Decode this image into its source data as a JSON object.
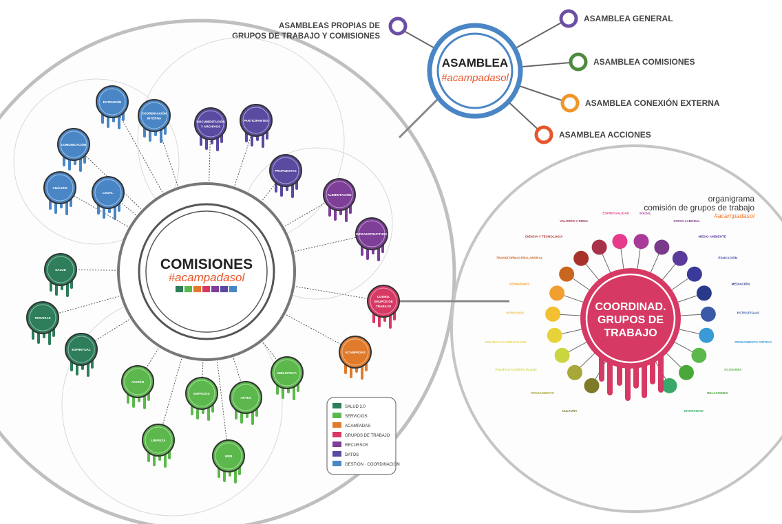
{
  "assembly": {
    "title": "ASAMBLEA",
    "tag": "#acampadasol",
    "left_label": [
      "ASAMBLEAS PROPIAS DE",
      "GRUPOS DE TRABAJO Y COMISIONES"
    ],
    "branches": [
      {
        "label": "ASAMBLEA GENERAL",
        "color": "#6b4fa5"
      },
      {
        "label": "ASAMBLEA COMISIONES",
        "color": "#4e8a3e"
      },
      {
        "label": "ASAMBLEA CONEXIÓN EXTERNA",
        "color": "#f0952a"
      },
      {
        "label": "ASAMBLEA ACCIONES",
        "color": "#e8552a"
      }
    ],
    "left_color": "#6b4fa5",
    "ring_color": "#4a86c5"
  },
  "comisiones": {
    "title": "COMISIONES",
    "tag": "#acampadasol",
    "swatches": [
      "#2e7d5b",
      "#5cb84c",
      "#e07b2c",
      "#d63a64",
      "#7d3f98",
      "#5a4aa0",
      "#4a86c5"
    ],
    "nodes": [
      {
        "label": "EXTENSIÓN",
        "color": "#4a86c5"
      },
      {
        "label": "COORDINACIÓN INTERNA",
        "color": "#4a86c5"
      },
      {
        "label": "COMUNICACIÓN",
        "color": "#4a86c5"
      },
      {
        "label": "ANÁLISIS",
        "color": "#4a86c5"
      },
      {
        "label": "LEGAL",
        "color": "#4a86c5"
      },
      {
        "label": "DOCUMENTACIÓN Y ARCHIVOS",
        "color": "#5a4aa0"
      },
      {
        "label": "PARTICIPANTES",
        "color": "#5a4aa0"
      },
      {
        "label": "PROPUESTAS",
        "color": "#5a4aa0"
      },
      {
        "label": "ALIMENTACIÓN",
        "color": "#7d3f98"
      },
      {
        "label": "INFRAESTRUCTURA",
        "color": "#7d3f98"
      },
      {
        "label": "COORD. GRUPOS DE TRABAJO",
        "color": "#d63a64"
      },
      {
        "label": "ACAMPADAS",
        "color": "#e07b2c"
      },
      {
        "label": "BIBLIOTECA",
        "color": "#5cb84c"
      },
      {
        "label": "ARTES",
        "color": "#5cb84c"
      },
      {
        "label": "ESPACIOS",
        "color": "#5cb84c"
      },
      {
        "label": "WEB",
        "color": "#5cb84c"
      },
      {
        "label": "LIMPIEZA",
        "color": "#5cb84c"
      },
      {
        "label": "ACCIÓN",
        "color": "#5cb84c"
      },
      {
        "label": "SALUD",
        "color": "#2e7d5b"
      },
      {
        "label": "TERAPIAS",
        "color": "#2e7d5b"
      },
      {
        "label": "ESPIRITUAL",
        "color": "#2e7d5b"
      }
    ]
  },
  "legend": [
    {
      "label": "SALUD 2.0",
      "color": "#2e7d5b"
    },
    {
      "label": "SERVICIOS",
      "color": "#5cb84c"
    },
    {
      "label": "ACAMPADAS",
      "color": "#e07b2c"
    },
    {
      "label": "GRUPOS DE TRABAJO",
      "color": "#d63a64"
    },
    {
      "label": "RECURSOS",
      "color": "#7d3f98"
    },
    {
      "label": "DATOS",
      "color": "#5a4aa0"
    },
    {
      "label": "GESTIÓN · COORDINACIÓN",
      "color": "#4a86c5"
    }
  ],
  "organigrama": {
    "title": "organigrama",
    "subtitle": "comisión de grupos de trabajo",
    "tag": "#acampadasol",
    "center": [
      "COORDINAD.",
      "GRUPOS DE",
      "TRABAJO"
    ],
    "center_color": "#d63a64",
    "dots": [
      {
        "color": "#7d7a2a",
        "label": "CULTURA"
      },
      {
        "color": "#a8a83a",
        "label": "PENSAMIENTO"
      },
      {
        "color": "#c9d640",
        "label": "POLÍTICA A CORTO PLAZO"
      },
      {
        "color": "#e8d23a",
        "label": "POLÍTICA A LARGO PLAZO"
      },
      {
        "color": "#f2c030",
        "label": "DERECHOS"
      },
      {
        "color": "#f0a030",
        "label": "FEMINISMOS"
      },
      {
        "color": "#c9651e",
        "label": "TRANSFORMACIÓN LABORAL"
      },
      {
        "color": "#a8322a",
        "label": "CIENCIA Y TECNOLOGÍA"
      },
      {
        "color": "#a8324a",
        "label": "VALORES Y DDHH"
      },
      {
        "color": "#e83a8a",
        "label": "ESPIRITUALIDAD"
      },
      {
        "color": "#a83a9a",
        "label": "SOCIAL"
      },
      {
        "color": "#7a3a8a",
        "label": "SOCIO-LABORAL"
      },
      {
        "color": "#5a3a9a",
        "label": "MEDIO AMBIENTE"
      },
      {
        "color": "#3a3a9a",
        "label": "EDUCACIÓN"
      },
      {
        "color": "#2a3a8a",
        "label": "MEDIACIÓN"
      },
      {
        "color": "#3a5aa8",
        "label": "ESTRATEGIAS"
      },
      {
        "color": "#3a9ad6",
        "label": "PENSAMIENTO CRÍTICO"
      },
      {
        "color": "#5cb84c",
        "label": "ECONOMÍA"
      },
      {
        "color": "#4aa83a",
        "label": "RELACIONES"
      },
      {
        "color": "#3aa86a",
        "label": "DIVERSIDAD"
      }
    ]
  }
}
